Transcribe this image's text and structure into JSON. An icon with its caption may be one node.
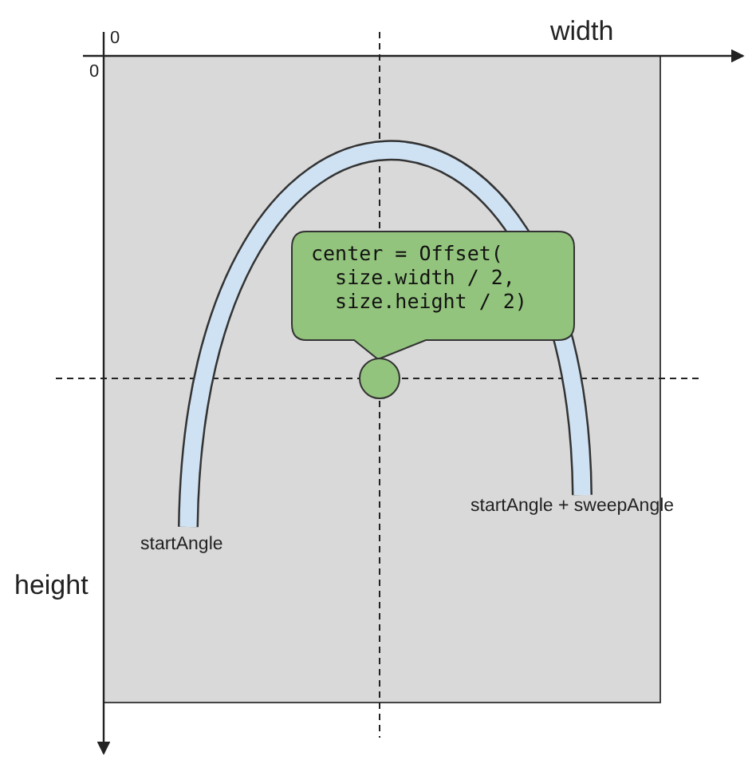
{
  "diagram": {
    "nodes": [
      {
        "text": [
          "center = Offset( size.width / 2, size.height / 2)"
        ]
      },
      {
        "text": [],
        "shape": "circle"
      }
    ],
    "labels": [
      "width",
      "0",
      "0",
      "startAngle",
      "startAngle + sweepAngle",
      "height"
    ]
  }
}
